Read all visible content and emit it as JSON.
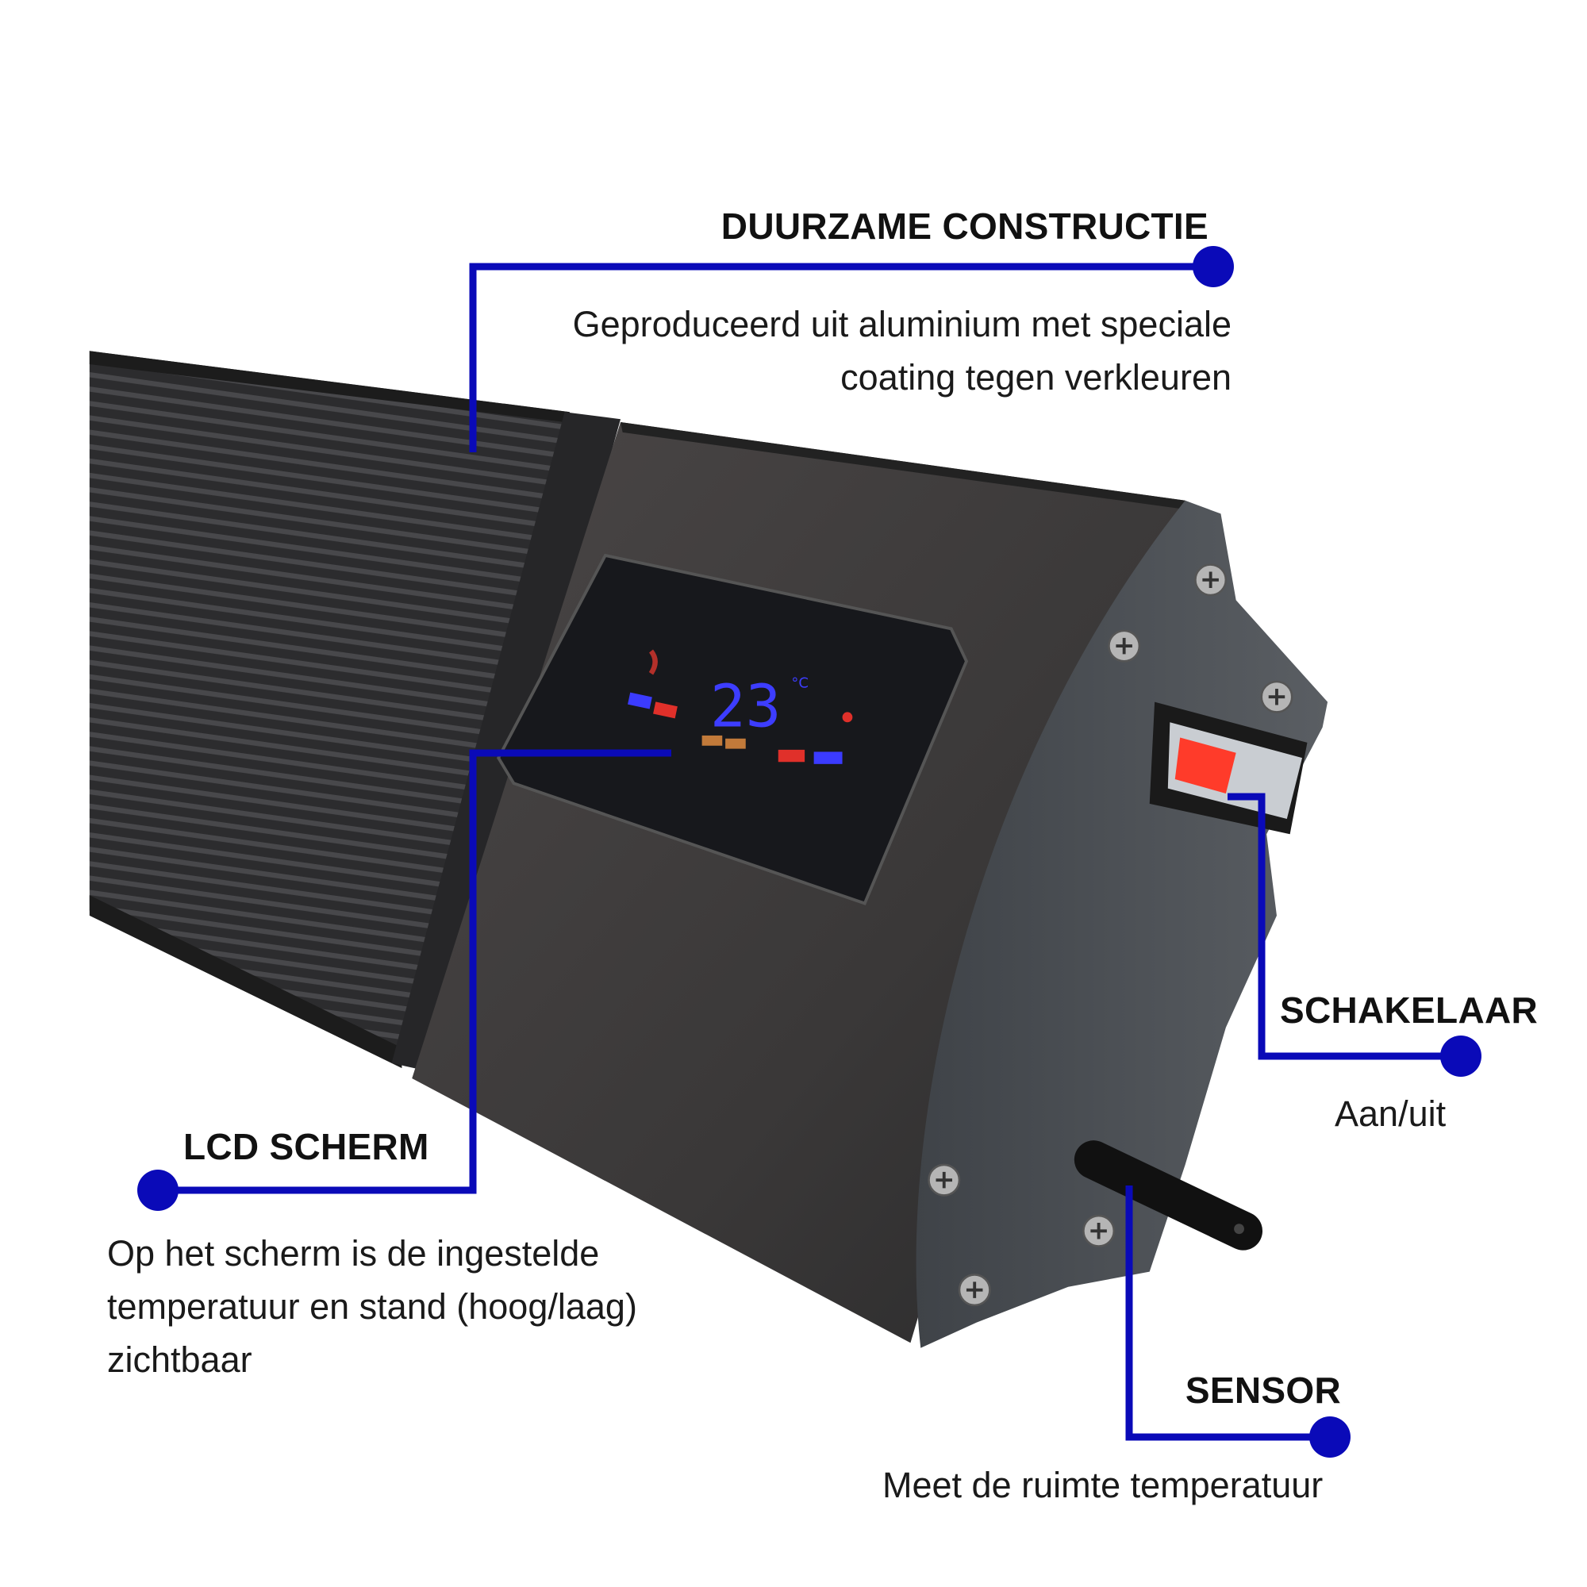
{
  "callouts": {
    "construction": {
      "title": "DUURZAME CONSTRUCTIE",
      "lines": [
        "Geproduceerd uit aluminium met speciale",
        "coating tegen verkleuren"
      ]
    },
    "lcd": {
      "title": "LCD SCHERM",
      "lines": [
        "Op het scherm is de ingestelde",
        "temperatuur en stand (hoog/laag)",
        "zichtbaar"
      ]
    },
    "switch": {
      "title": "SCHAKELAAR",
      "lines": [
        "Aan/uit"
      ]
    },
    "sensor": {
      "title": "SENSOR",
      "lines": [
        "Meet de ruimte temperatuur"
      ]
    }
  },
  "display": {
    "temperature": "23",
    "unit": "°C"
  },
  "colors": {
    "accent": "#0a0ab8",
    "heater_body": "#3a3a3c",
    "end_cap": "#4a4d52"
  }
}
